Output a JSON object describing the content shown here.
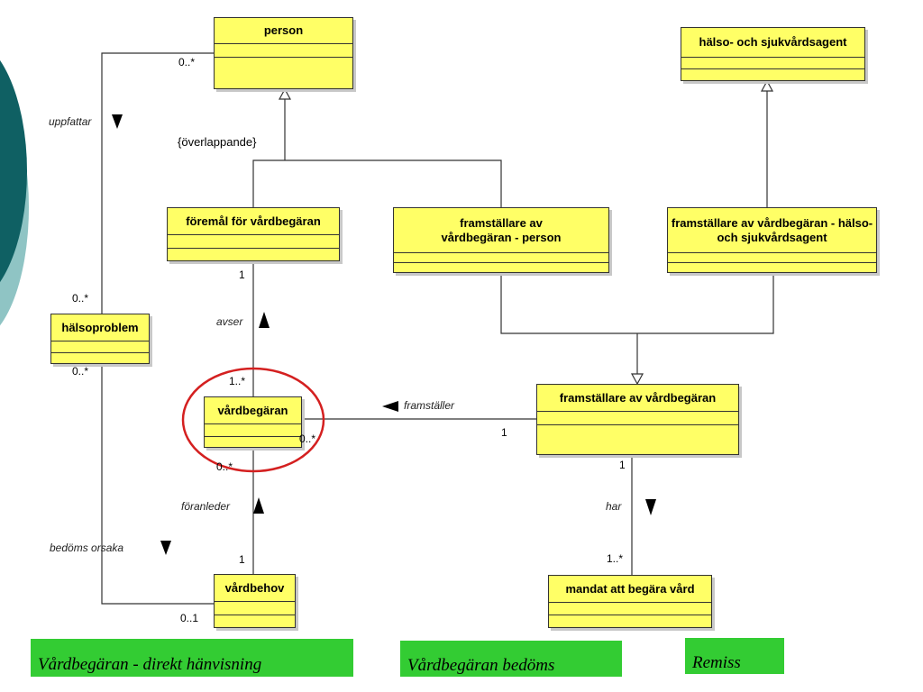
{
  "colors": {
    "class_fill": "#ffff66",
    "class_border": "#333333",
    "highlight_circle": "#d42020",
    "green_banner": "#33cc33",
    "slide_accent_dark": "#0f6063",
    "slide_accent_light": "#8fc4c4"
  },
  "classes": {
    "person": "person",
    "agent": "hälso- och sjukvårdsagent",
    "foremal": "föremål för vårdbegäran",
    "fram_person": "framställare av vårdbegäran - person",
    "fram_agent": "framställare av vårdbegäran - hälso- och sjukvårdsagent",
    "halsoproblem": "hälsoproblem",
    "vardbegaran": "vårdbegäran",
    "framstallare": "framställare av vårdbegäran",
    "vardbehov": "vårdbehov",
    "mandat": "mandat att begära vård"
  },
  "constraints": {
    "overlappande": "{överlappande}"
  },
  "associations": {
    "uppfattar": "uppfattar",
    "avser": "avser",
    "framstaller": "framställer",
    "foranleder": "föranleder",
    "har": "har",
    "bedoms_orsaka": "bedöms orsaka"
  },
  "multiplicities": {
    "person_uppfattar": "0..*",
    "halsoproblem_top": "0..*",
    "halsoproblem_bottom": "0..*",
    "foremal_avser": "1",
    "vard_avser": "1..*",
    "vard_framstaller": "0..*",
    "fram_framstaller": "1",
    "vard_foranleder": "0..*",
    "behov_foranleder": "1",
    "behov_bedoms": "0..1",
    "fram_har": "1",
    "mandat_har": "1..*"
  },
  "direction_arrows": {
    "uppfattar": "down",
    "avser": "up",
    "framstaller": "left",
    "foranleder": "up",
    "har": "down",
    "bedoms_orsaka": "down"
  },
  "banners": {
    "direkt": "Vårdbegäran - direkt hänvisning",
    "bedoms": "Vårdbegäran bedöms",
    "remiss": "Remiss"
  }
}
